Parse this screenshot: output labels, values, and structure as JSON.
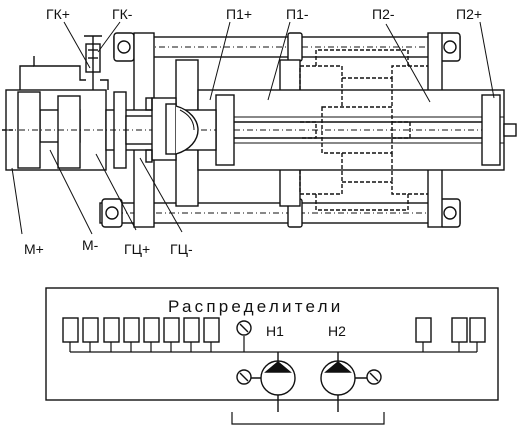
{
  "labels": {
    "gk_plus": "ГК+",
    "gk_minus": "ГК-",
    "p1_plus": "П1+",
    "p1_minus": "П1-",
    "p2_minus": "П2-",
    "p2_plus": "П2+",
    "m_plus": "М+",
    "m_minus": "М-",
    "gc_plus": "ГЦ+",
    "gc_minus": "ГЦ-"
  },
  "panel": {
    "title": "Распределители",
    "pump1": "Н1",
    "pump2": "Н2"
  }
}
